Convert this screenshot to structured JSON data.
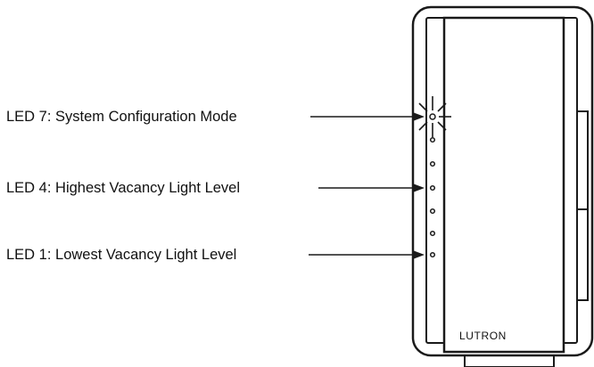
{
  "callouts": [
    {
      "led": 7,
      "text": "LED 7: System Configuration Mode"
    },
    {
      "led": 4,
      "text": "LED 4: Highest Vacancy Light Level"
    },
    {
      "led": 1,
      "text": "LED 1: Lowest Vacancy Light Level"
    }
  ],
  "brand": "LUTRON",
  "colors": {
    "line": "#1a1a1a",
    "background": "#ffffff"
  }
}
